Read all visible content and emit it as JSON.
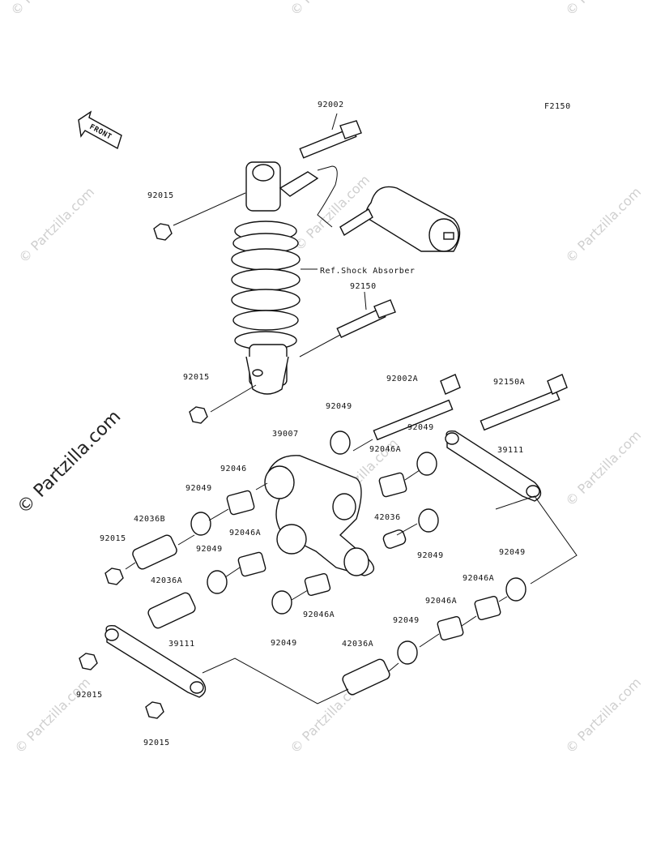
{
  "diagram_code": "F2150",
  "front_label": "FRONT",
  "ref_label": "Ref.Shock Absorber",
  "watermark": "© Partzilla.com",
  "parts": {
    "p1": "92002",
    "p2": "92015",
    "p3": "92150",
    "p4": "92015",
    "p5": "92002A",
    "p6": "92150A",
    "p7": "92049",
    "p8": "39007",
    "p9": "92049",
    "p10": "39111",
    "p11": "92046",
    "p12": "92046A",
    "p13": "92049",
    "p14": "42036B",
    "p15": "42036",
    "p16": "92046A",
    "p17": "92015",
    "p18": "92049",
    "p19": "92049",
    "p20": "42036A",
    "p21": "92049",
    "p22": "92046A",
    "p23": "92046A",
    "p24": "92049",
    "p25": "92046A",
    "p26": "39111",
    "p27": "92049",
    "p28": "42036A",
    "p29": "92015",
    "p30": "92015"
  }
}
